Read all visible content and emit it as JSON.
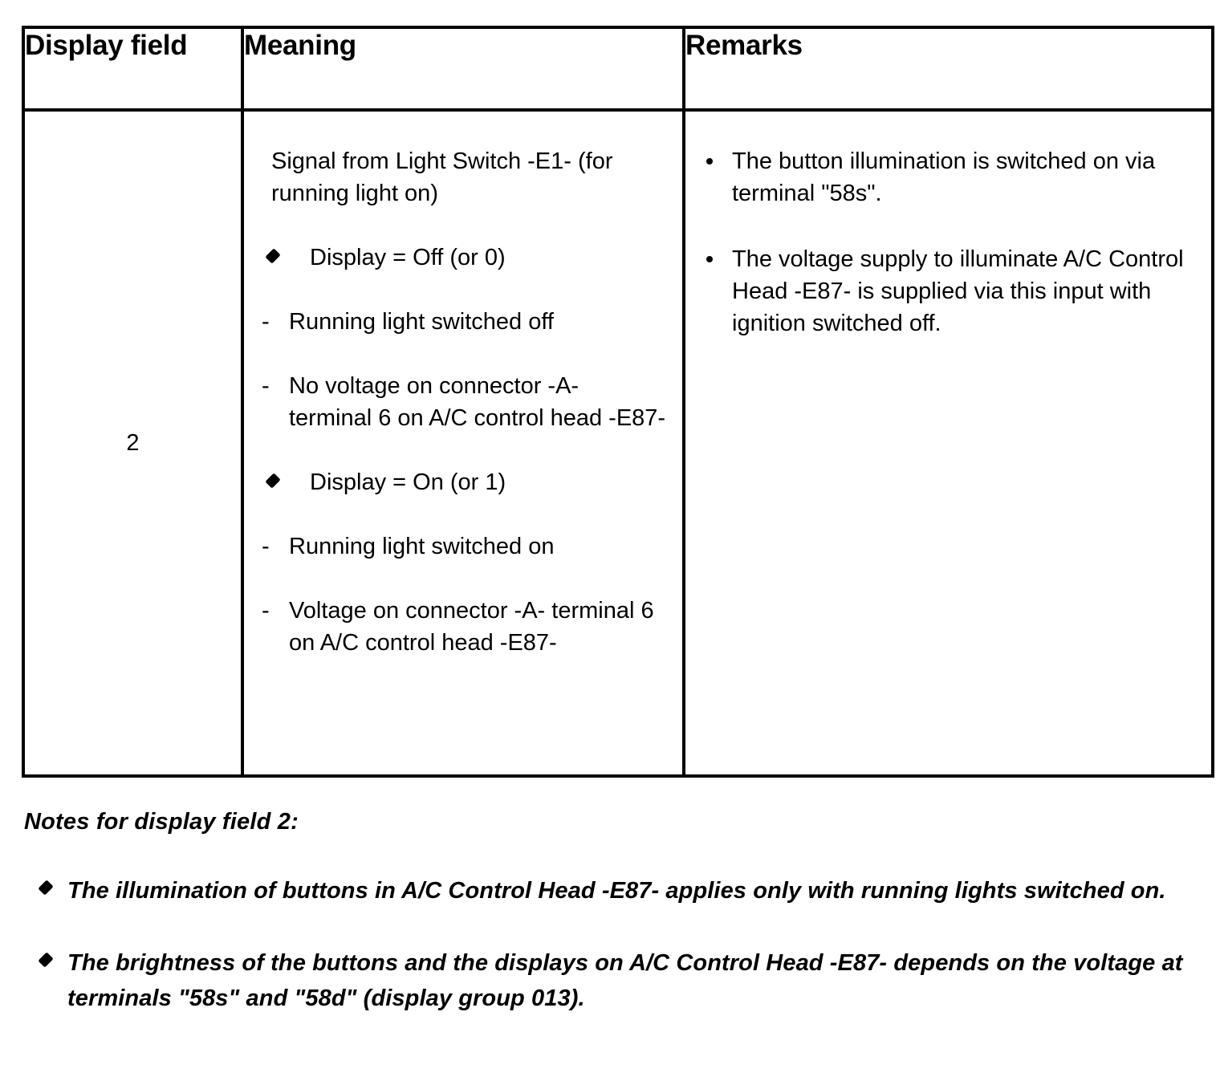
{
  "table": {
    "headers": {
      "display_field": "Display field",
      "meaning": "Meaning",
      "remarks": "Remarks"
    },
    "row": {
      "field_number": "2",
      "meaning": {
        "intro": "Signal from Light Switch -E1- (for running light on)",
        "states": [
          {
            "bullet_label": "Display = Off (or 0)",
            "details": [
              "Running light switched off",
              "No voltage on connector -A- terminal 6 on A/C control head -E87-"
            ]
          },
          {
            "bullet_label": "Display = On (or 1)",
            "details": [
              "Running light switched on",
              "Voltage on connector -A- terminal 6 on A/C control head -E87-"
            ]
          }
        ]
      },
      "remarks": [
        "The button illumination is switched on via terminal \"58s\".",
        "The voltage supply to illuminate A/C Control Head -E87- is supplied via this input with ignition switched off."
      ]
    }
  },
  "notes": {
    "title": "Notes for display field 2:",
    "items": [
      "The illumination of buttons in A/C Control Head -E87- applies only with running lights switched on.",
      "The brightness of the buttons and the displays on A/C Control Head -E87- depends on the voltage at terminals \"58s\" and \"58d\" (display group 013)."
    ]
  },
  "colors": {
    "text": "#000000",
    "background": "#ffffff",
    "border": "#000000"
  }
}
